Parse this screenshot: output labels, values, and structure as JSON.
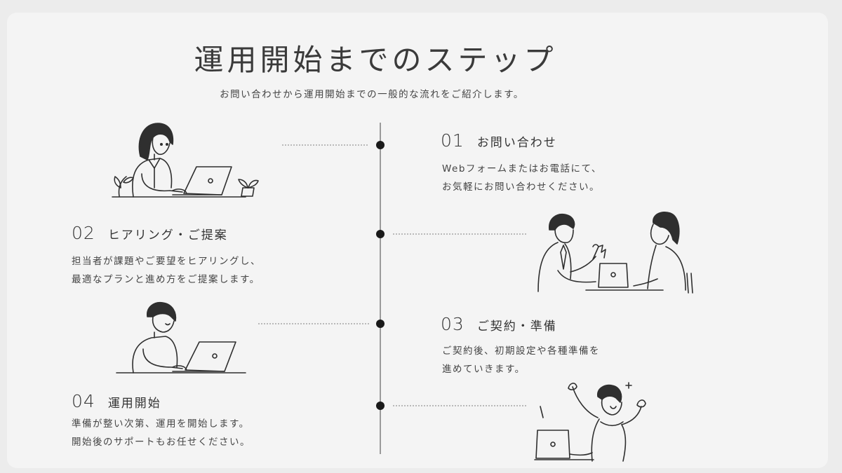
{
  "header": {
    "title": "運用開始までのステップ",
    "subtitle": "お問い合わせから運用開始までの一般的な流れをご紹介します。"
  },
  "steps": [
    {
      "number": "01",
      "title": "お問い合わせ",
      "lines": [
        "Webフォームまたはお電話にて、",
        "お気軽にお問い合わせください。"
      ],
      "side": "right",
      "illustration": "woman-at-laptop"
    },
    {
      "number": "02",
      "title": "ヒアリング・ご提案",
      "lines": [
        "担当者が課題やご要望をヒアリングし、",
        "最適なプランと進め方をご提案します。"
      ],
      "side": "left",
      "illustration": "meeting"
    },
    {
      "number": "03",
      "title": "ご契約・準備",
      "lines": [
        "ご契約後、初期設定や各種準備を",
        "進めていきます。"
      ],
      "side": "right",
      "illustration": "man-at-laptop"
    },
    {
      "number": "04",
      "title": "運用開始",
      "lines": [
        "準備が整い次第、運用を開始します。",
        "開始後のサポートもお任せください。"
      ],
      "side": "left",
      "illustration": "celebrating-man"
    }
  ],
  "colors": {
    "background": "#ececec",
    "card": "#f4f4f4",
    "text": "#333333",
    "dot": "#1a1a1a",
    "axis": "#9a9a9a"
  }
}
